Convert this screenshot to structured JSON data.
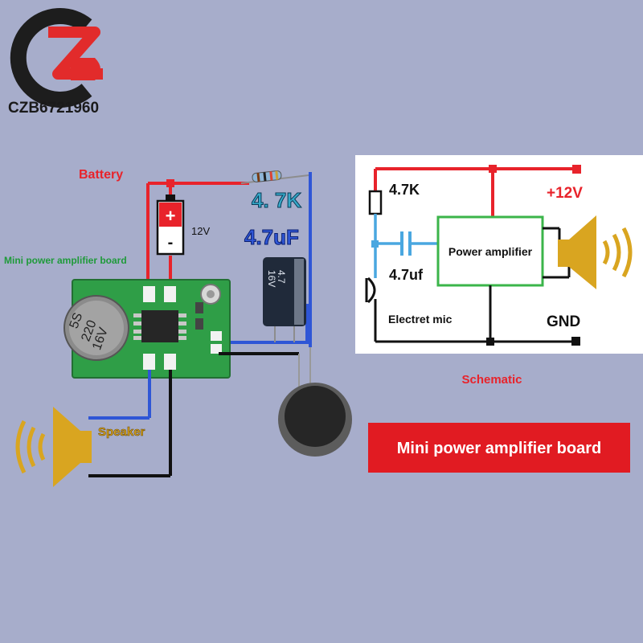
{
  "logo": {
    "text": "CZB6721960"
  },
  "wiring": {
    "battery_label": "Battery",
    "battery_voltage": "12V",
    "battery_plus": "+",
    "battery_minus": "-",
    "resistor_label": "4. 7K",
    "capacitor_label": "4.7uF",
    "board_label": "Mini power amplifier board",
    "speaker_label": "Speaker",
    "module_cap_text": [
      "5S",
      "220",
      "16V"
    ],
    "elec_cap_text": [
      "4.7",
      "16V"
    ]
  },
  "schematic": {
    "resistor_label": "4.7K",
    "voltage_label": "+12V",
    "capacitor_label": "4.7uf",
    "amplifier_label": "Power amplifier",
    "mic_label": "Electret mic",
    "ground_label": "GND",
    "caption": "Schematic"
  },
  "banner": {
    "text": "Mini power amplifier board"
  },
  "colors": {
    "background": "#a7adcb",
    "wire_red": "#e8232b",
    "wire_blue": "#2f56d6",
    "wire_black": "#111111",
    "board_green": "#2f9e47",
    "schematic_amp": "#3bb54a",
    "speaker_gold": "#d9a520",
    "banner_red": "#e11b22"
  }
}
